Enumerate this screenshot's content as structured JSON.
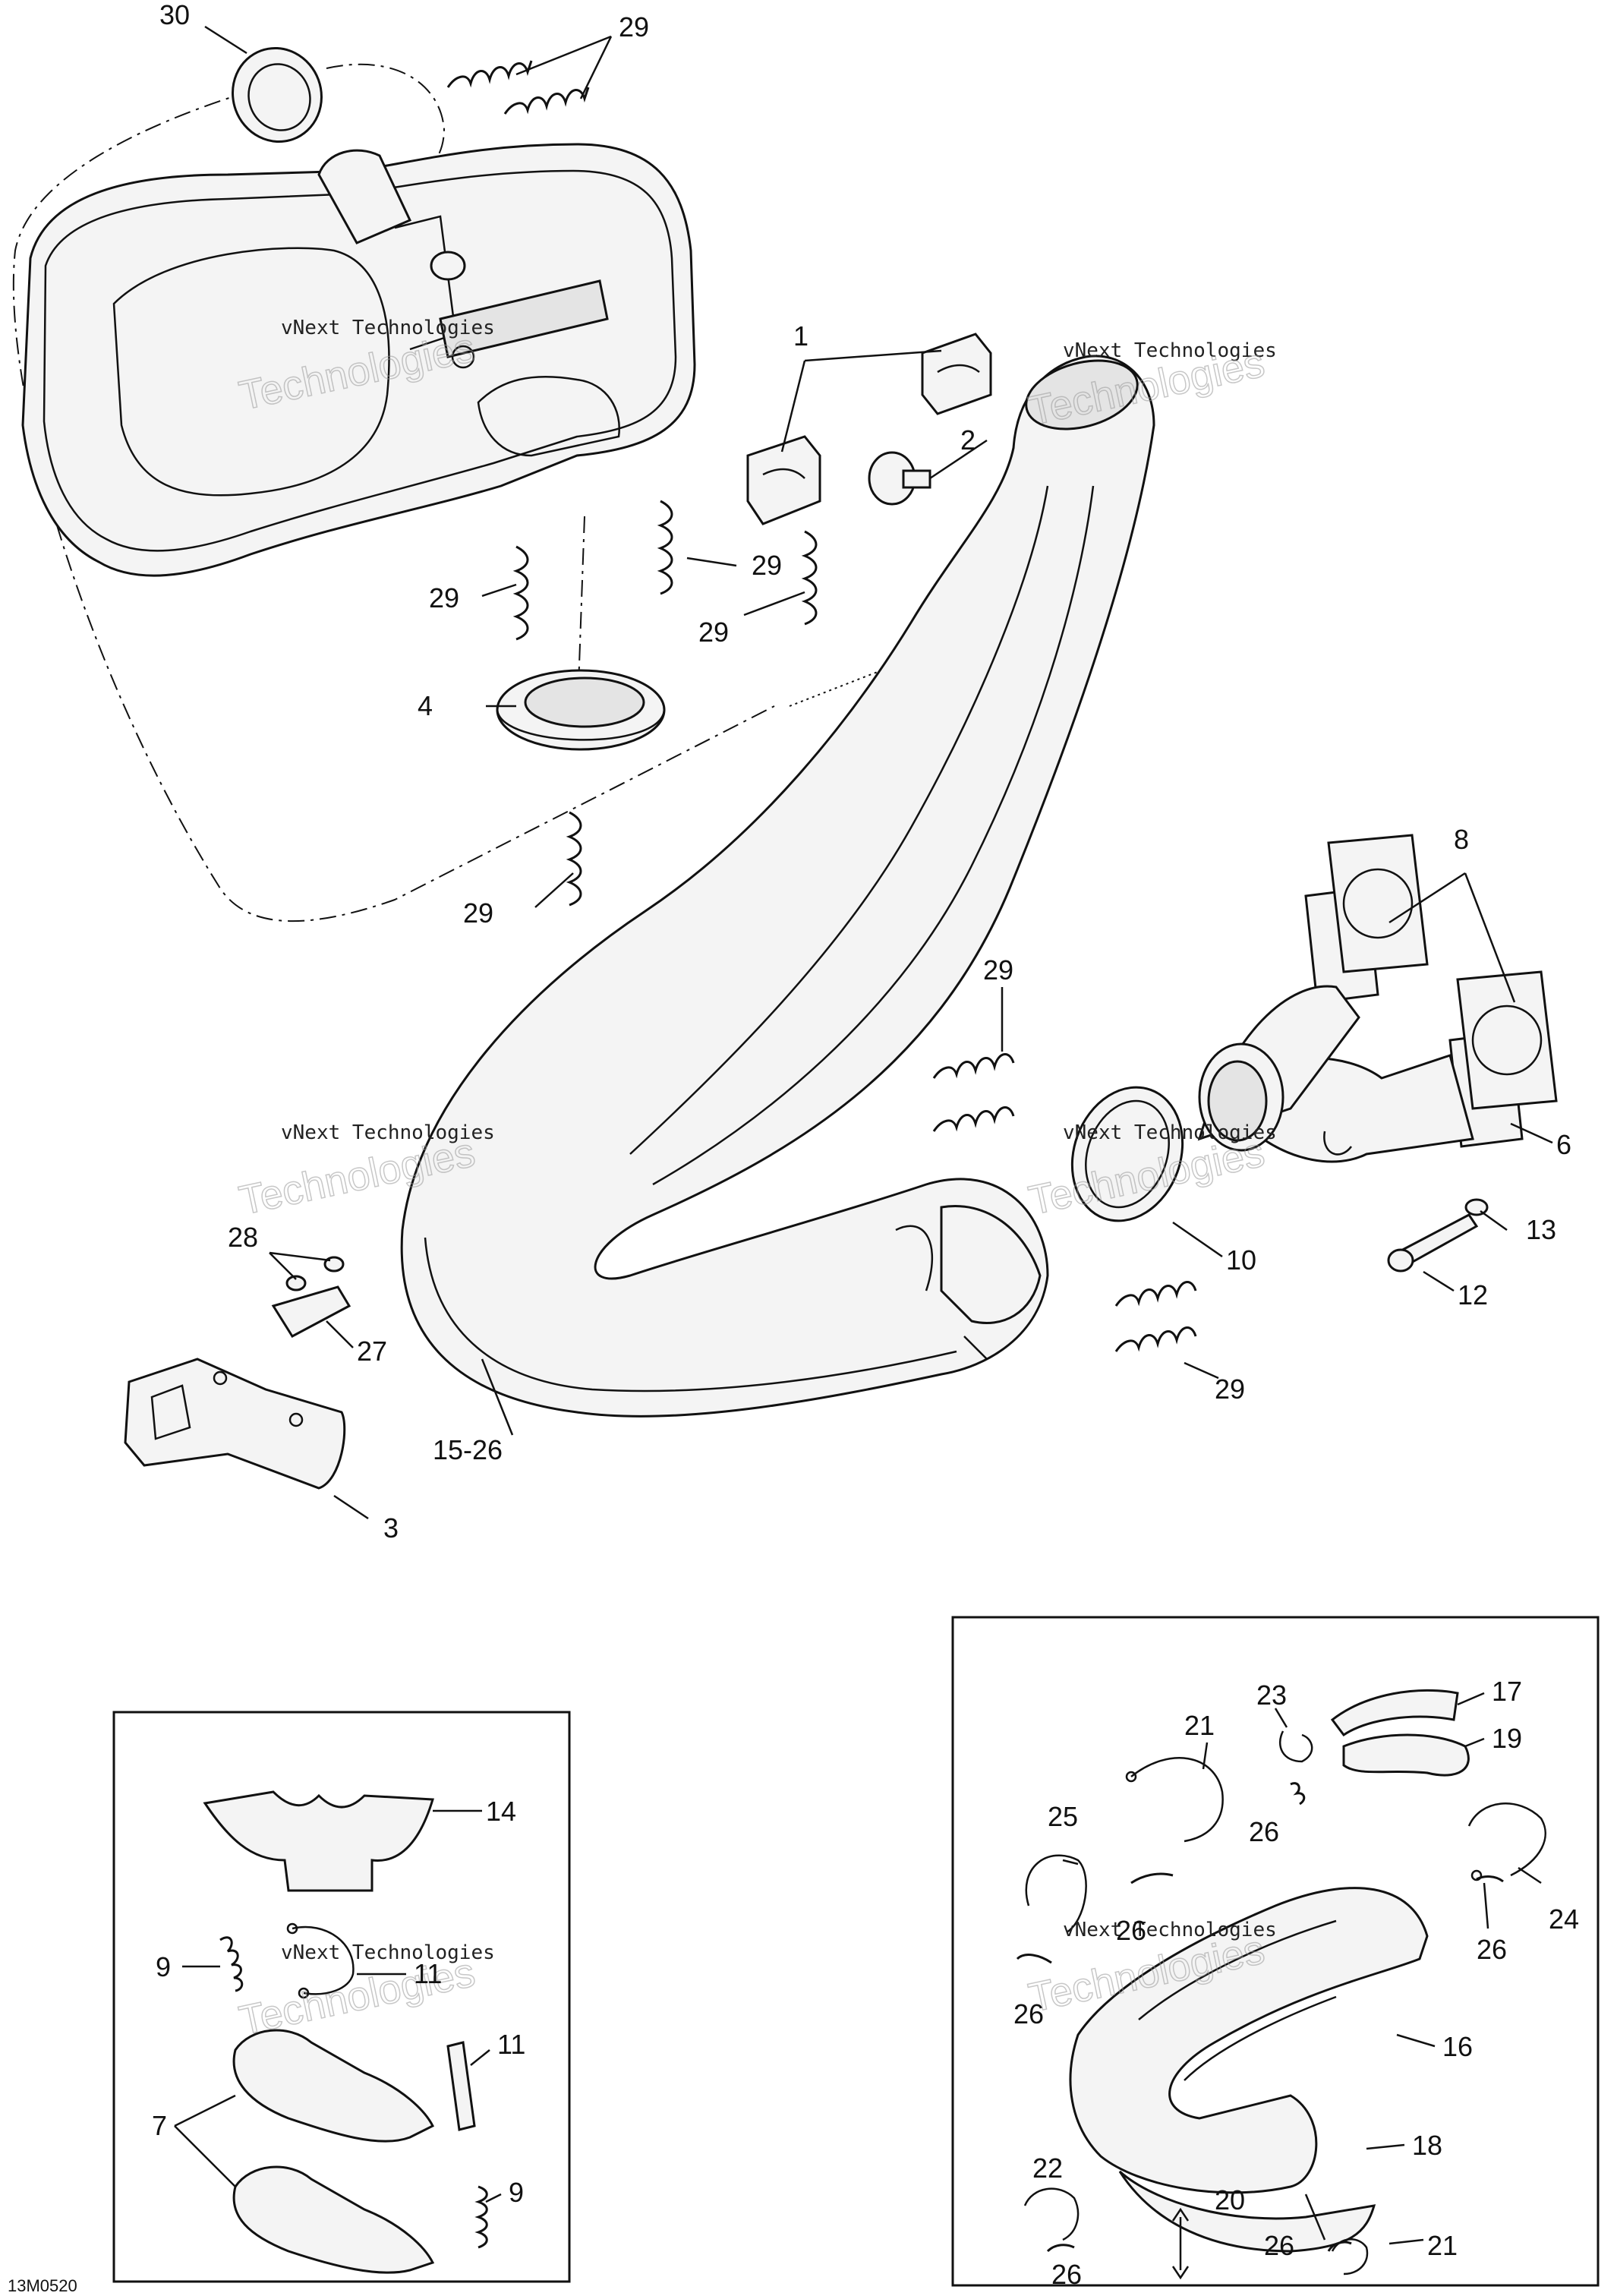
{
  "diagram": {
    "code": "13M0520",
    "watermark": {
      "line1": "vNext Technologies",
      "line2": "Technologies",
      "line3": "vNext"
    },
    "callouts": {
      "c1": "1",
      "c2": "2",
      "c3": "3",
      "c4": "4",
      "c6": "6",
      "c7": "7",
      "c8": "8",
      "c9a": "9",
      "c9b": "9",
      "c10": "10",
      "c11a": "11",
      "c11b": "11",
      "c12": "12",
      "c13": "13",
      "c14": "14",
      "c15_26": "15-26",
      "c16": "16",
      "c17": "17",
      "c18": "18",
      "c19": "19",
      "c20": "20",
      "c21a": "21",
      "c21b": "21",
      "c22": "22",
      "c23": "23",
      "c24": "24",
      "c25": "25",
      "c26a": "26",
      "c26b": "26",
      "c26c": "26",
      "c26d": "26",
      "c26e": "26",
      "c26f": "26",
      "c27": "27",
      "c28": "28",
      "c29a": "29",
      "c29b": "29",
      "c29c": "29",
      "c29d": "29",
      "c29e": "29",
      "c29f": "29",
      "c29g": "29",
      "c30": "30"
    }
  }
}
